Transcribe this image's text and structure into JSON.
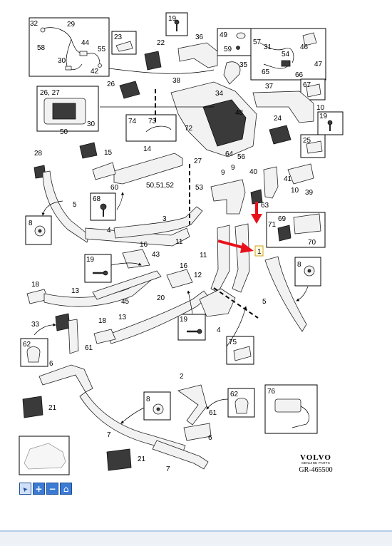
{
  "diagram": {
    "brand": {
      "logo": "VOLVO",
      "sub": "GENUINE PARTS",
      "ref": "GR-465500"
    },
    "callouts": {
      "c1": "1",
      "c2": "2",
      "c3": "3",
      "c4a": "4",
      "c4b": "4",
      "c5a": "5",
      "c5b": "5",
      "c6a": "6",
      "c6b": "6",
      "c7a": "7",
      "c7b": "7",
      "c8a": "8",
      "c8b": "8",
      "c8c": "8",
      "c9a": "9",
      "c9b": "9",
      "c10a": "10",
      "c10b": "10",
      "c11a": "11",
      "c11b": "11",
      "c12": "12",
      "c13a": "13",
      "c13b": "13",
      "c14": "14",
      "c15": "15",
      "c16a": "16",
      "c16b": "16",
      "c18a": "18",
      "c18b": "18",
      "c19a": "19",
      "c19b": "19",
      "c19c": "19",
      "c19d": "19",
      "c20": "20",
      "c21a": "21",
      "c21b": "21",
      "c22": "22",
      "c23": "23",
      "c24": "24",
      "c25": "25",
      "c2627": "26, 27",
      "c26": "26",
      "c27": "27",
      "c28": "28",
      "c29": "29",
      "c30a": "30",
      "c30b": "30",
      "c31": "31",
      "c32": "32",
      "c33": "33",
      "c34": "34",
      "c35": "35",
      "c36": "36",
      "c37": "37",
      "c38": "38",
      "c39": "39",
      "c40": "40",
      "c41": "41",
      "c42": "42",
      "c43": "43",
      "c44": "44",
      "c45": "45",
      "c46": "46",
      "c47": "47",
      "c48": "48",
      "c49": "49",
      "c50": "50",
      "c505152": "50,51,52",
      "c53": "53",
      "c54": "54",
      "c55": "55",
      "c56": "56",
      "c57": "57",
      "c58": "58",
      "c59": "59",
      "c60": "60",
      "c61a": "61",
      "c61b": "61",
      "c62a": "62",
      "c62b": "62",
      "c63": "63",
      "c64": "64",
      "c65": "65",
      "c66": "66",
      "c67": "67",
      "c68": "68",
      "c69": "69",
      "c70": "70",
      "c71": "71",
      "c72": "72",
      "c73": "73",
      "c74": "74",
      "c75": "75",
      "c76": "76"
    }
  },
  "toolbar": {
    "buttons": [
      {
        "name": "select-tool-button",
        "icon": "pointer-icon",
        "glyph": "➤"
      },
      {
        "name": "zoom-in-button",
        "icon": "plus-icon",
        "glyph": "+"
      },
      {
        "name": "zoom-out-button",
        "icon": "minus-icon",
        "glyph": "−"
      },
      {
        "name": "home-button",
        "icon": "home-icon",
        "glyph": "⌂"
      }
    ]
  },
  "colors": {
    "highlight_arrow": "#e8111b",
    "toolbar_blue": "#3b7bd4",
    "bottom_bar": "#eef1f6"
  }
}
